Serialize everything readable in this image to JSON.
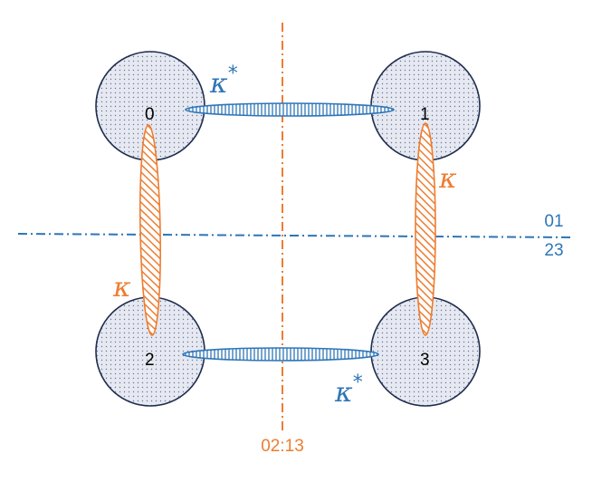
{
  "colors": {
    "blue": "#2e75b6",
    "orange": "#ed7d31",
    "node_stroke": "#1f2d4f",
    "node_fill": "#e2e5ee"
  },
  "nodes": [
    {
      "label": "0"
    },
    {
      "label": "1"
    },
    {
      "label": "2"
    },
    {
      "label": "3"
    }
  ],
  "couplings": {
    "horizontal_symbol": "κ",
    "horizontal_superscript": "*",
    "vertical_symbol": "κ"
  },
  "cuts": {
    "vertical_label": "02:13",
    "horizontal_label_top": "01",
    "horizontal_label_bottom": "23"
  }
}
